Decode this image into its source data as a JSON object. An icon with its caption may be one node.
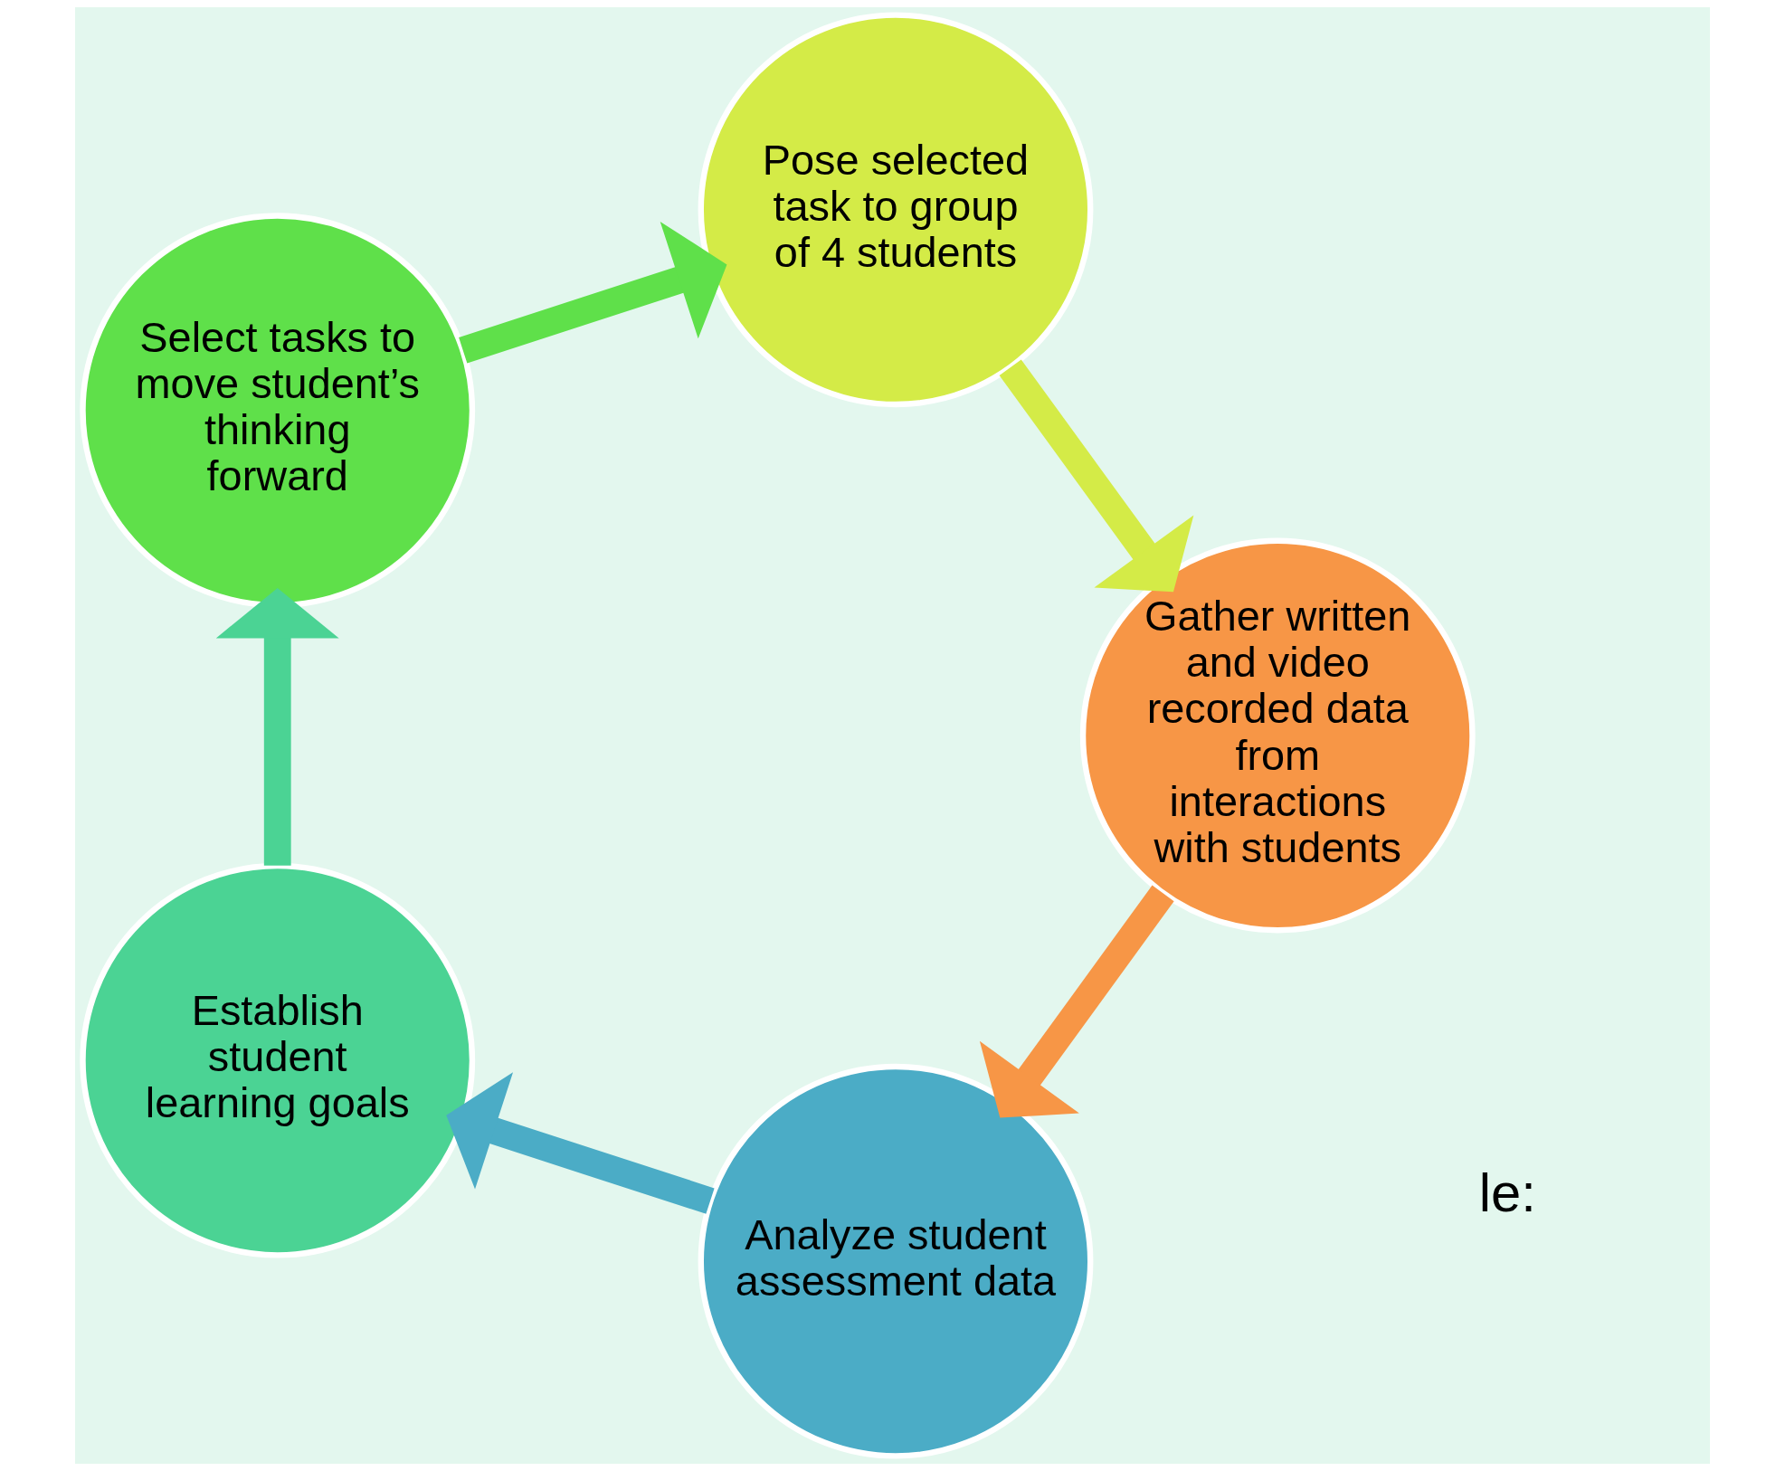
{
  "diagram": {
    "nodes": [
      {
        "text": [
          "Analyze student assessment data"
        ]
      },
      {
        "text": [
          "Establish student learning goals"
        ]
      },
      {
        "text": [
          "Select tasks to move student’s thinking forward"
        ]
      },
      {
        "text": [
          "Pose selected task to group of 4 students"
        ]
      },
      {
        "text": [
          "Gather written and video recorded data from interactions with students"
        ]
      }
    ],
    "edges": [
      {
        "from": 0,
        "to": 1,
        "arrow": "to",
        "color": "#4bacc6"
      },
      {
        "from": 1,
        "to": 2,
        "arrow": "to",
        "color": "#4bd394"
      },
      {
        "from": 2,
        "to": 3,
        "arrow": "to",
        "color": "#5fe04a"
      },
      {
        "from": 3,
        "to": 4,
        "arrow": "to",
        "color": "#d4eb47"
      },
      {
        "from": 4,
        "to": 0,
        "arrow": "to",
        "color": "#f79646"
      }
    ],
    "labels": [
      "le:"
    ]
  }
}
